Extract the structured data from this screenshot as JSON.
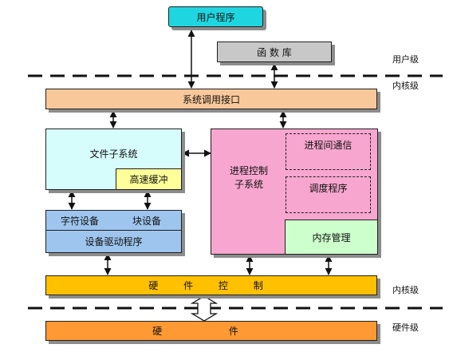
{
  "boxes": {
    "user_program": "用户程序",
    "library": "函 数 库",
    "syscall": "系统调用接口",
    "fs": "文件子系统",
    "cache": "高速缓冲",
    "char_dev": "字符设备",
    "block_dev": "块设备",
    "driver": "设备驱动程序",
    "proc": "进程控制\n子系统",
    "ipc": "进程间通信",
    "sched": "调度程序",
    "mem": "内存管理",
    "hwctrl": "硬 件 控 制",
    "hardware": "硬 件"
  },
  "levels": {
    "user": "用户级",
    "kernel_top": "内核级",
    "kernel_bottom": "内核级",
    "hardware": "硬件级"
  },
  "colors": {
    "user_program": "#1fd6e0",
    "library": "#c8c8c8",
    "syscall": "#f9c89a",
    "fs": "#d6fcfc",
    "cache": "#ffff99",
    "devices": "#9ec5ee",
    "proc": "#f7a6cf",
    "mem": "#ccffcc",
    "hwctrl": "#ffc000",
    "hardware": "#ff9933"
  }
}
